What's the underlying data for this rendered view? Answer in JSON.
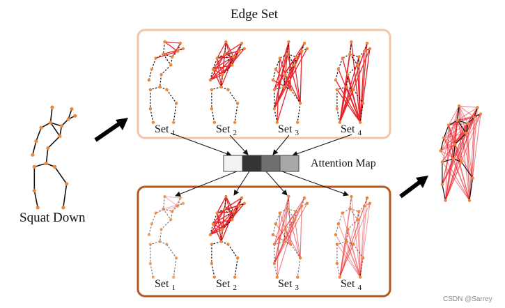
{
  "title": "Edge Set",
  "action_label": "Squat Down",
  "attention_label": "Attention Map",
  "set_word": "Set",
  "top_sets": [
    "1",
    "2",
    "3",
    "4"
  ],
  "bottom_sets": [
    "1",
    "2",
    "3",
    "4"
  ],
  "attention_cells": [
    "#f2f2f2",
    "#333333",
    "#6f6f6f",
    "#a8a8a8"
  ],
  "colors": {
    "top_border": "#f2c5a8",
    "bottom_border": "#b5561f",
    "edge": "#e8232a",
    "joint": "#e9873c"
  },
  "watermark": "CSDN @Sarrey"
}
